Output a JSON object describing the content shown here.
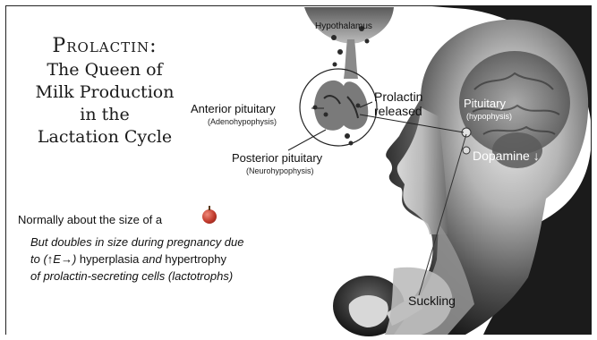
{
  "title": {
    "line1": "Prolactin:",
    "line2": "The Queen of",
    "line3": "Milk Production",
    "line4": "in the",
    "line5": "Lactation Cycle"
  },
  "labels": {
    "hypothalamus": "Hypothalamus",
    "anterior_pituitary": "Anterior pituitary",
    "anterior_pituitary_sub": "(Adenohypophysis)",
    "posterior_pituitary": "Posterior pituitary",
    "posterior_pituitary_sub": "(Neurohypophysis)",
    "prolactin_line1": "Prolactin",
    "prolactin_line2": "released",
    "pituitary": "Pituitary",
    "pituitary_sub": "(hypophysis)",
    "dopamine": "Dopamine",
    "dopamine_arrow": "↓",
    "suckling": "Suckling"
  },
  "text": {
    "normal_size": "Normally about the size of a",
    "detail_1": "But doubles in size during pregnancy due",
    "detail_2_a": "to (",
    "detail_2_b": "↑E→",
    "detail_2_c": ") ",
    "detail_2_d": "hyperplasia ",
    "detail_2_e": "and ",
    "detail_2_f": "hypertrophy",
    "detail_3": "of prolactin-secreting cells (lactotrophs)"
  },
  "colors": {
    "head_dark": "#1f1f1f",
    "head_mid": "#7d7d7d",
    "apple": "#c0392b"
  },
  "icons": {
    "apple": "apple-icon",
    "pituitary_diagram": "pituitary-gland-icon"
  }
}
